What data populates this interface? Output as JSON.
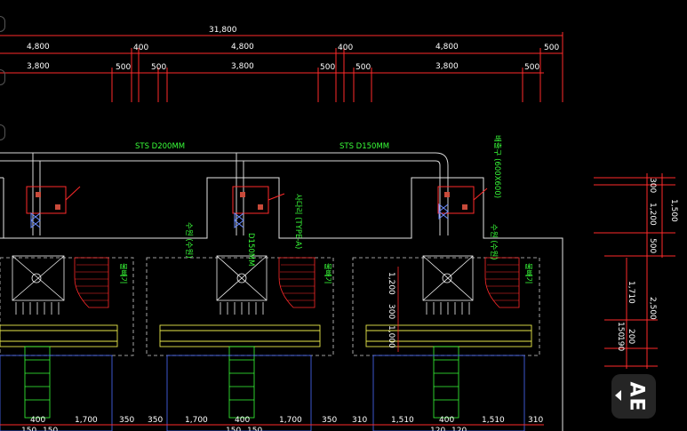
{
  "dims_top": {
    "total": "31,800",
    "row2": [
      "4,800",
      "400",
      "4,800",
      "400",
      "4,800",
      "500"
    ],
    "row3": [
      "3,800",
      "500",
      "500",
      "3,800",
      "500",
      "500",
      "3,800",
      "500"
    ]
  },
  "pipe_labels": [
    "STS D200MM",
    "STS D150MM"
  ],
  "vertical_labels": {
    "sink_type": "사다리 (TYPE-A)",
    "d150": "D150MM",
    "drain": "배출구 (600X600)",
    "water1": "수원 (수원)",
    "water2": "수원 (수원)",
    "wall1": "물빼기",
    "wall2": "물빼기",
    "wall3": "물빼기"
  },
  "dims_mid": [
    "1,200",
    "300",
    "1,000"
  ],
  "dims_right": [
    "300",
    "1,200",
    "500",
    "1,500",
    "1,710",
    "2,500",
    "200",
    "150",
    "190"
  ],
  "dims_bottom": [
    "400",
    "1,700",
    "350",
    "350",
    "1,700",
    "400",
    "1,700",
    "350",
    "310",
    "1,510",
    "400",
    "1,510",
    "310"
  ],
  "dims_bottom_small": [
    "150",
    "150",
    "150",
    "150",
    "120",
    "120"
  ],
  "overlay": {
    "label": "AE",
    "icon": "caret-left-icon"
  }
}
